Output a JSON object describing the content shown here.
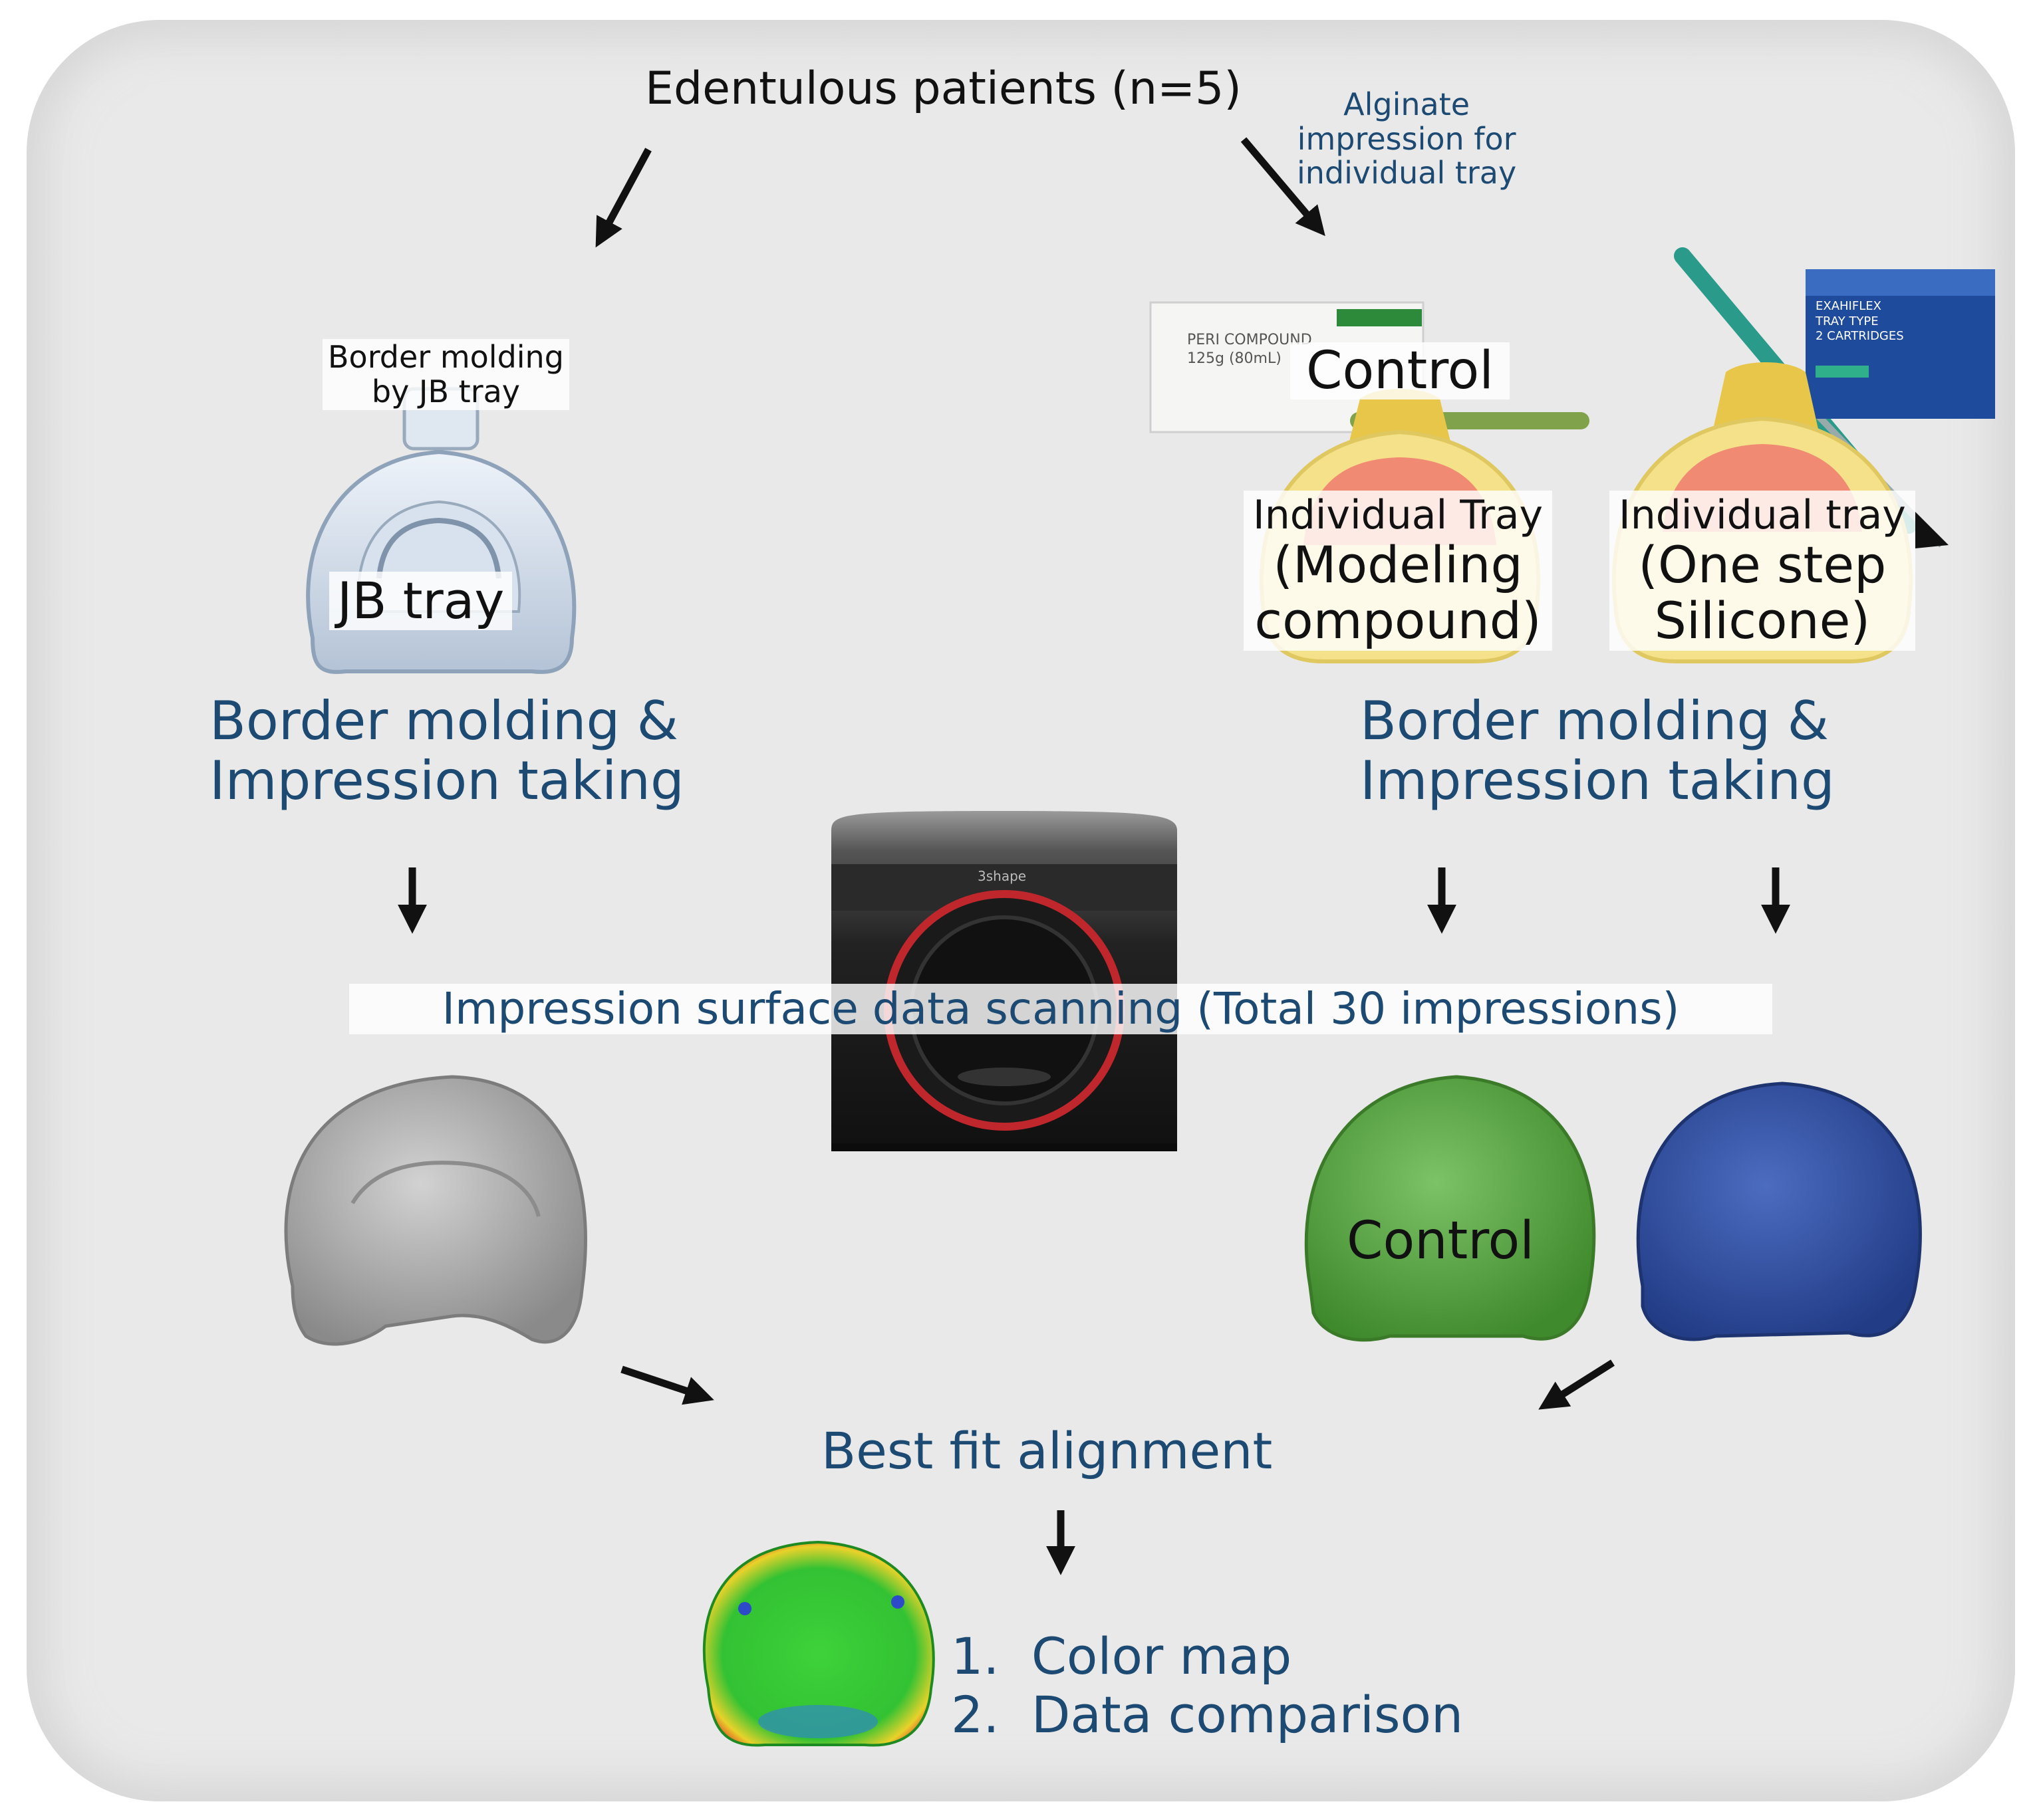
{
  "title": "Edentulous patients (n=5)",
  "alginate_note": [
    "Alginate",
    "impression for",
    "individual tray"
  ],
  "left_branch": {
    "border_label": [
      "Border molding",
      "by JB tray"
    ],
    "tray_label": "JB tray",
    "step": [
      "Border molding &",
      "Impression taking"
    ]
  },
  "right_branch": {
    "control_label": "Control",
    "tray1_label": [
      "Individual Tray",
      "(Modeling",
      "compound)"
    ],
    "tray2_label": [
      "Individual tray",
      "(One step",
      "Silicone)"
    ],
    "product1_text": [
      "PERI COMPOUND",
      "125g (80mL)"
    ],
    "product2_text": [
      "EXAHIFLEX",
      "TRAY TYPE",
      "2 CARTRIDGES"
    ],
    "step": [
      "Border molding &",
      "Impression taking"
    ]
  },
  "scanner_brand": "3shape",
  "scanning_label": "Impression surface data scanning (Total 30 impressions)",
  "scan_control_label": "Control",
  "alignment_label": "Best fit alignment",
  "outcomes": [
    "1.  Color map",
    "2.  Data comparison"
  ],
  "colors": {
    "background": "#e9e9e9",
    "text_dark": "#111111",
    "text_blue": "#1d4a72",
    "scan_gray": "#a7a7a7",
    "scan_green": "#4f9e3a",
    "scan_blue": "#2d4a9c",
    "tray_yellow": "#f2e48a",
    "tray_red": "#f08070"
  }
}
